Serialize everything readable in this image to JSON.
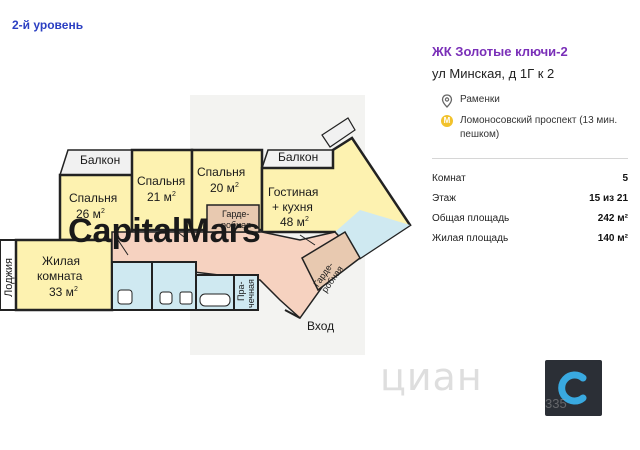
{
  "floor": {
    "level_title": "2-й уровень"
  },
  "listing": {
    "complex_name": "ЖК Золотые ключи-2",
    "address": "ул Минская, д 1Г к 2",
    "district": "Раменки",
    "metro": "Ломоносовский проспект (13 мин. пешком)"
  },
  "params": [
    {
      "label": "Комнат",
      "value": "5"
    },
    {
      "label": "Этаж",
      "value": "15 из 21"
    },
    {
      "label": "Общая площадь",
      "value": "242 м²"
    },
    {
      "label": "Жилая площадь",
      "value": "140 м²"
    }
  ],
  "plan": {
    "watermark": "CapitalMars",
    "balcony_left": "Балкон",
    "balcony_right": "Балкон",
    "loggia": "Лоджия",
    "entrance": "Вход",
    "bedroom1": {
      "name": "Спальня",
      "area": "26 м"
    },
    "bedroom2": {
      "name": "Спальня",
      "area": "21 м"
    },
    "bedroom3": {
      "name": "Спальня",
      "area": "20 м"
    },
    "living": {
      "line1": "Гостиная",
      "line2": "+ кухня",
      "area": "48 м"
    },
    "living_room": {
      "line1": "Жилая",
      "line2": "комната",
      "area": "33 м"
    },
    "wardrobe1": {
      "line1": "Гарде-",
      "line2": "робная"
    },
    "wardrobe2": {
      "line1": "Гарде-",
      "line2": "робная"
    },
    "laundry": {
      "line1": "Пра-",
      "line2": "чечная"
    },
    "area_sup": "2"
  },
  "watermarks": {
    "cian": "циан",
    "cian_number": "335"
  },
  "colors": {
    "room_yellow": "#fdf2b0",
    "corridor_pink": "#f6d2c0",
    "bath_blue": "#cfe9f1",
    "wardrobe_tan": "#e8c9b0",
    "wall": "#222222",
    "accent_purple": "#7a2fb8",
    "level_blue": "#2b3fc2",
    "metro_yellow": "#f2c22c"
  }
}
